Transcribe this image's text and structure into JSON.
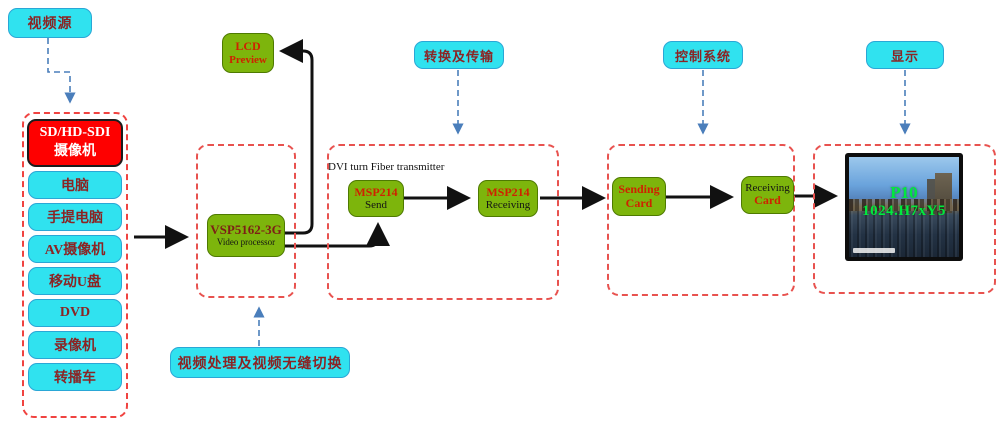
{
  "labels": {
    "source": "视频源",
    "processing": "视频处理及视频无缝切换",
    "transmission": "转换及传输",
    "control": "控制系统",
    "display": "显示"
  },
  "sources": {
    "primary": "SD/HD-SDI摄像机",
    "items": [
      "电脑",
      "手提电脑",
      "AV摄像机",
      "移动U盘",
      "DVD",
      "录像机",
      "转播车"
    ]
  },
  "processor": {
    "name": "VSP5162-3G",
    "subtitle": "Video processor"
  },
  "lcd_preview": {
    "line1": "LCD",
    "line2": "Preview"
  },
  "transmission_chain": {
    "link_label": "DVI turn  Fiber transmitter",
    "sender": {
      "name": "MSP214",
      "role": "Send"
    },
    "receiver": {
      "name": "MSP214",
      "role": "Receiving"
    }
  },
  "control_chain": {
    "sending_card": {
      "line1": "Sending",
      "line2": "Card"
    },
    "receiving_card": {
      "line1": "Receiving",
      "line2": "Card"
    }
  },
  "screen": {
    "line1": "P10",
    "line2": "1024.H7xY5"
  },
  "colors": {
    "label_cyan": "#30e2ef",
    "node_green": "#7db50c",
    "primary_red": "#fe0000",
    "dashed_red": "#e8524f",
    "connector_blue": "#4a7ebb",
    "text_maroon": "#8b2424",
    "text_red": "#cf2200",
    "screen_text_green": "#00e93e"
  }
}
